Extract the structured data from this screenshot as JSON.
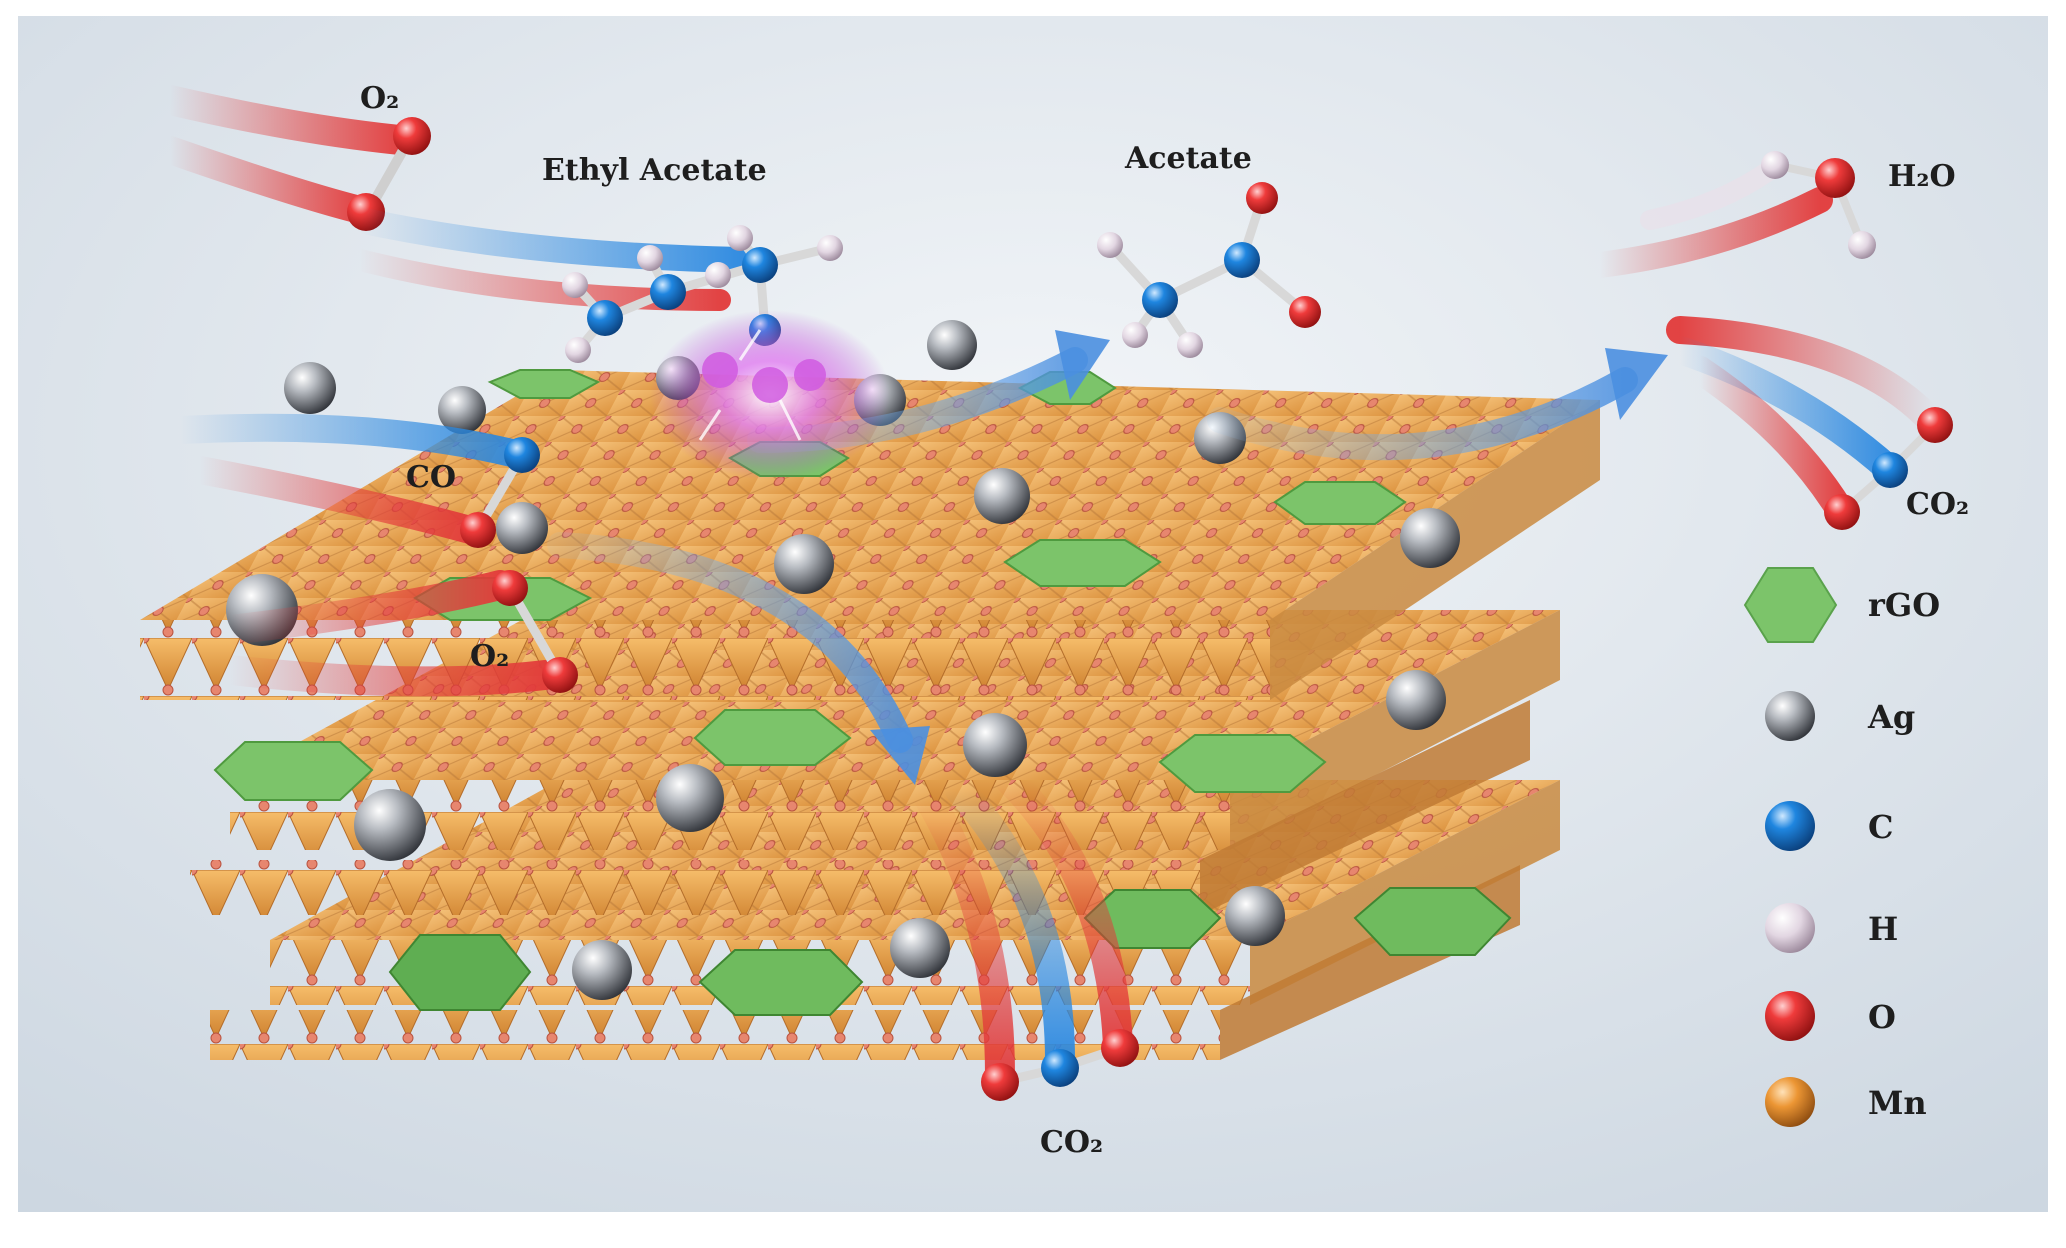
{
  "labels": {
    "o2_top": "O₂",
    "ethyl_acetate": "Ethyl Acetate",
    "acetate": "Acetate",
    "h2o": "H₂O",
    "co": "CO",
    "o2_mid": "O₂",
    "co2_right": "CO₂",
    "co2_bottom": "CO₂"
  },
  "legend": [
    {
      "label": "rGO",
      "icon": "hexagon-icon",
      "color": "#7cc46a"
    },
    {
      "label": "Ag",
      "icon": "sphere-icon",
      "color": "#9a9a9a"
    },
    {
      "label": "C",
      "icon": "sphere-icon",
      "color": "#1e7fd6"
    },
    {
      "label": "H",
      "icon": "sphere-icon",
      "color": "#d8c8d8"
    },
    {
      "label": "O",
      "icon": "sphere-icon",
      "color": "#e03434"
    },
    {
      "label": "Mn",
      "icon": "sphere-icon",
      "color": "#e08a2a"
    }
  ],
  "colors": {
    "background": "#e3e9ef",
    "octahedron": "#f2ab52",
    "rgo": "#7cc46a",
    "ag": "#9a9a9a",
    "oxygen": "#e03434",
    "carbon": "#1e7fd6",
    "hydrogen": "#d8c8d8",
    "arrow": "#5b9be0",
    "active_site": "#d05ae0"
  }
}
